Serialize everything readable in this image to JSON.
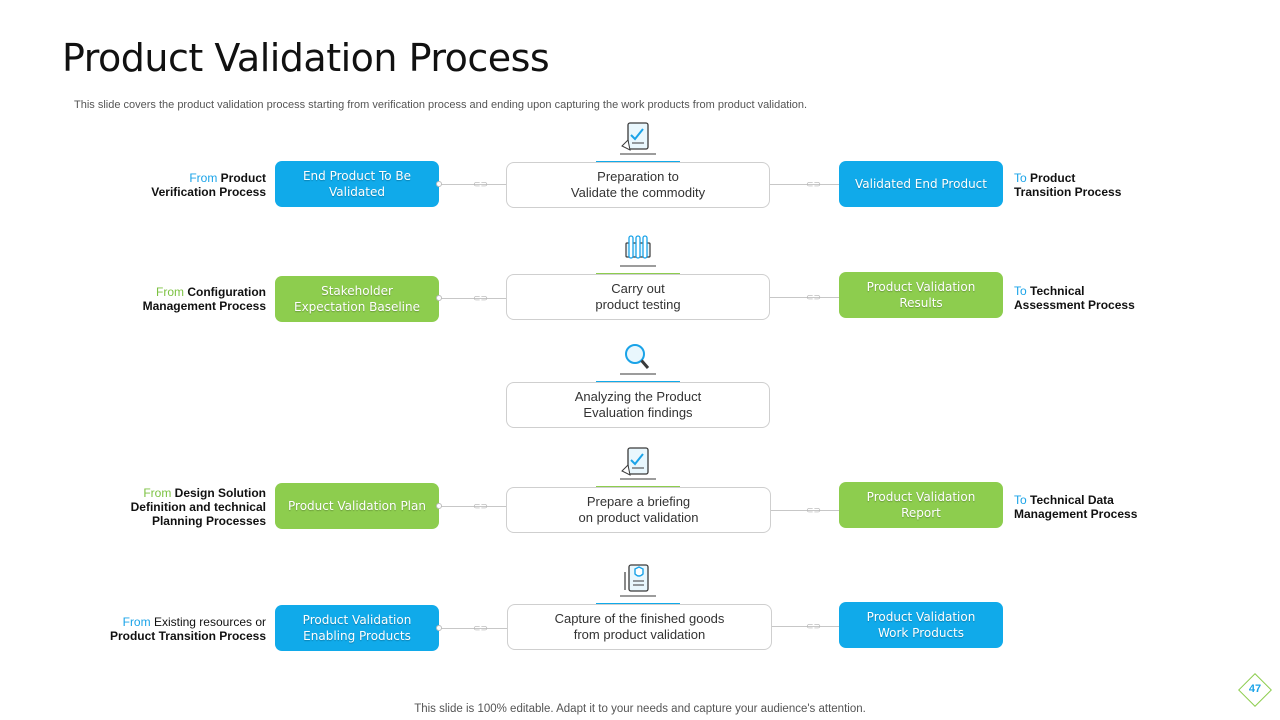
{
  "title": "Product Validation Process",
  "subtitle": "This slide covers the product validation process starting from verification process and ending upon capturing the work products from product validation.",
  "footer": "This slide is 100% editable. Adapt it to your needs and capture your audience's attention.",
  "page_number": "47",
  "colors": {
    "blue": "#10aaea",
    "green": "#8dcd4e",
    "text_blue": "#1aa3e8"
  },
  "rows": [
    {
      "icon": "checklist-document-icon",
      "left_label": {
        "prefix": "From",
        "line1": "Product",
        "line2": "Verification Process"
      },
      "left_pill": "End Product To Be Validated",
      "center": {
        "line1": "Preparation to",
        "line2": "Validate the commodity"
      },
      "right_pill": "Validated End Product",
      "right_label": {
        "prefix": "To",
        "line1": "Product",
        "line2": "Transition Process"
      }
    },
    {
      "icon": "test-tubes-icon",
      "left_label": {
        "prefix": "From",
        "line1": "Configuration",
        "line2": "Management Process"
      },
      "left_pill": "Stakeholder Expectation Baseline",
      "center": {
        "line1": "Carry out",
        "line2": "product testing"
      },
      "right_pill": "Product Validation Results",
      "right_label": {
        "prefix": "To",
        "line1": "Technical",
        "line2": "Assessment Process"
      }
    },
    {
      "icon": "magnifier-icon",
      "center": {
        "line1": "Analyzing the Product",
        "line2": "Evaluation findings"
      }
    },
    {
      "icon": "checklist-document-icon",
      "left_label": {
        "prefix": "From",
        "line1": "Design Solution",
        "line2": "Definition and technical",
        "line3": "Planning Processes"
      },
      "left_pill": "Product Validation Plan",
      "center": {
        "line1": "Prepare a briefing",
        "line2": "on product validation"
      },
      "right_pill": "Product Validation Report",
      "right_label": {
        "prefix": "To",
        "line1": "Technical Data",
        "line2": "Management Process"
      }
    },
    {
      "icon": "certificate-document-icon",
      "left_label": {
        "prefix": "From",
        "line1": "Existing resources or",
        "line2": "Product Transition Process"
      },
      "left_pill": "Product Validation Enabling Products",
      "center": {
        "line1": "Capture of the finished goods",
        "line2": "from product validation"
      },
      "right_pill": "Product Validation Work Products"
    }
  ]
}
